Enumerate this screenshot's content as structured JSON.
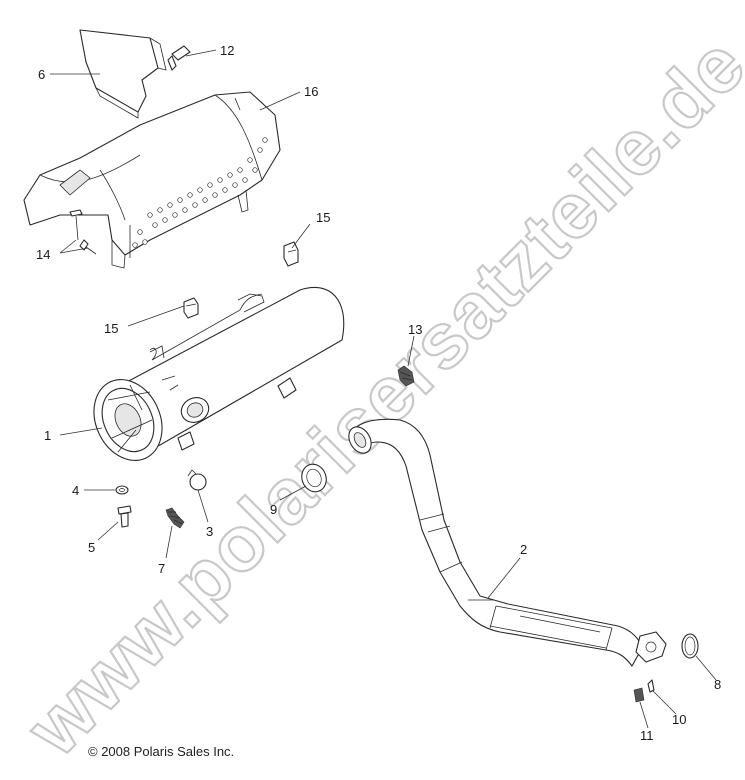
{
  "watermark": "www.polarisersatzteile.de",
  "copyright": "© 2008 Polaris Sales Inc.",
  "callouts": [
    "1",
    "2",
    "3",
    "4",
    "5",
    "6",
    "7",
    "8",
    "9",
    "10",
    "11",
    "12",
    "13",
    "14",
    "15",
    "15",
    "16"
  ]
}
